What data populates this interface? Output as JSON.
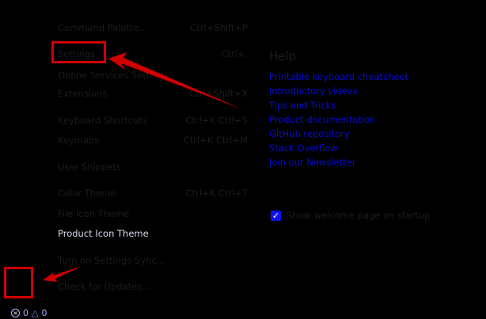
{
  "menu": [
    {
      "label": "Command Palette...",
      "shortcut": "Ctrl+Shift+P"
    },
    {
      "label": "Settings",
      "shortcut": "Ctrl+,"
    },
    {
      "label": "Online Services Settings",
      "shortcut": ""
    },
    {
      "label": "Extensions",
      "shortcut": "Ctrl+Shift+X"
    },
    {
      "label": "Keyboard Shortcuts",
      "shortcut": "Ctrl+K Ctrl+S"
    },
    {
      "label": "Keymaps",
      "shortcut": "Ctrl+K Ctrl+M"
    },
    {
      "label": "User Snippets",
      "shortcut": ""
    },
    {
      "label": "Color Theme",
      "shortcut": "Ctrl+K Ctrl+T"
    },
    {
      "label": "File Icon Theme",
      "shortcut": ""
    },
    {
      "label": "Product Icon Theme",
      "shortcut": ""
    },
    {
      "label": "Turn on Settings Sync...",
      "shortcut": ""
    },
    {
      "label": "Check for Updates...",
      "shortcut": ""
    }
  ],
  "help": {
    "title": "Help",
    "links": [
      "Printable keyboard cheatsheet",
      "Introductory videos",
      "Tips and Tricks",
      "Product documentation",
      "GitHub repository",
      "Stack Overflow",
      "Join our Newsletter"
    ]
  },
  "startup": {
    "label": "Show welcome page on startup",
    "checked": true
  },
  "status": {
    "errors": "0",
    "warnings": "0"
  },
  "colors": {
    "annotation": "#d00000",
    "link": "#0a0ad0",
    "checkbox": "#1010f0"
  }
}
